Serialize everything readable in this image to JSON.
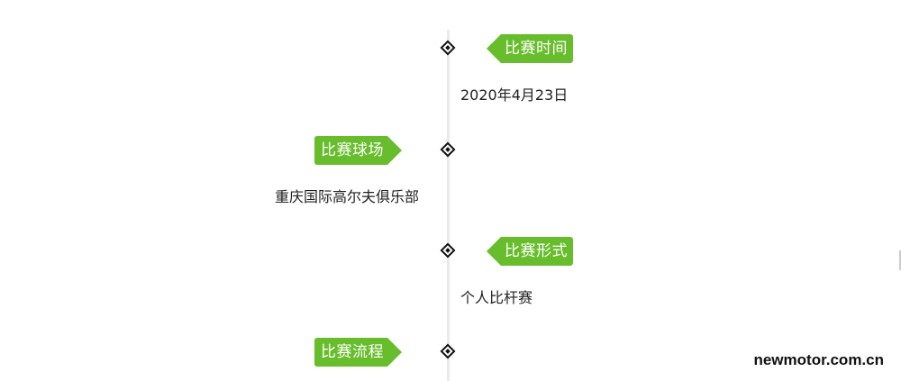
{
  "timeline": {
    "entries": [
      {
        "label": "比赛时间",
        "value": "2020年4月23日"
      },
      {
        "label": "比赛球场",
        "value": "重庆国际高尔夫俱乐部"
      },
      {
        "label": "比赛形式",
        "value": "个人比杆赛"
      },
      {
        "label": "比赛流程",
        "value": ""
      }
    ]
  },
  "watermark": "newmotor.com.cn",
  "colors": {
    "tag_bg": "#67bd2c",
    "tag_text": "#ffffff",
    "line": "#e9e9ef"
  }
}
